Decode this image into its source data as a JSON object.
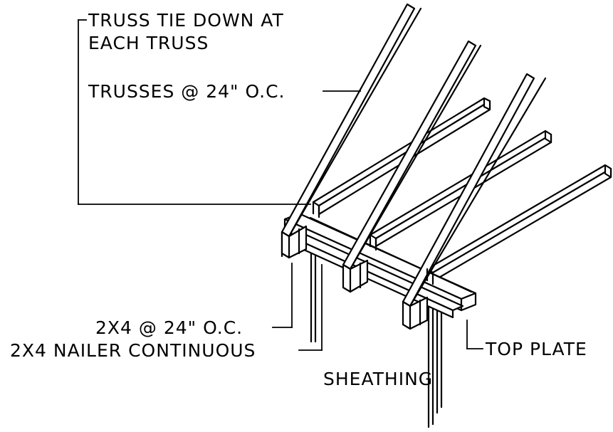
{
  "labels": {
    "truss_tie_line1": "TRUSS TIE DOWN AT",
    "truss_tie_line2": "EACH TRUSS",
    "trusses": "TRUSSES @ 24\" O.C.",
    "blocking": "2X4 @ 24\" O.C.",
    "nailer": "2X4 NAILER CONTINUOUS",
    "sheathing": "SHEATHING",
    "top_plate": "TOP PLATE"
  },
  "colors": {
    "line": "#000000",
    "background": "#ffffff"
  }
}
